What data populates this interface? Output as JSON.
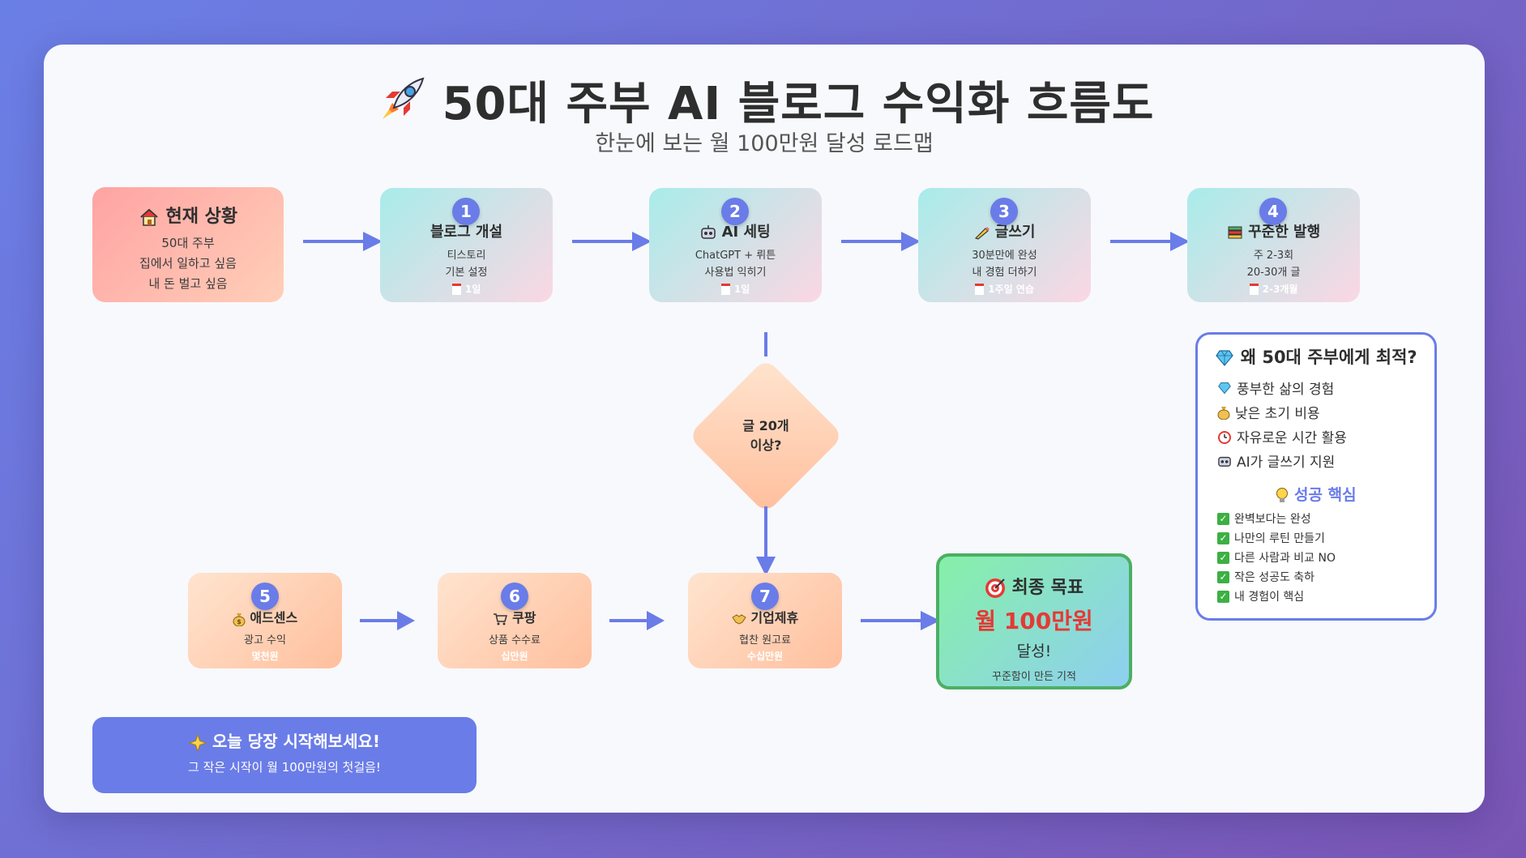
{
  "title": "50대 주부 AI 블로그 수익화 흐름도",
  "subtitle": "한눈에 보는 월 100만원 달성 로드맵",
  "start": {
    "title": "현재 상황",
    "icon": "house-icon",
    "lines": [
      "50대 주부",
      "집에서 일하고 싶음",
      "내 돈 벌고 싶음"
    ]
  },
  "steps": [
    {
      "num": "1",
      "title": "블로그 개설",
      "icon": "",
      "lines": [
        "티스토리",
        "기본 설정"
      ],
      "duration": "1일"
    },
    {
      "num": "2",
      "title": "AI 세팅",
      "icon": "robot-icon",
      "lines": [
        "ChatGPT + 뤼튼",
        "사용법 익히기"
      ],
      "duration": "1일"
    },
    {
      "num": "3",
      "title": "글쓰기",
      "icon": "writing-hand-icon",
      "lines": [
        "30분만에 완성",
        "내 경험 더하기"
      ],
      "duration": "1주일 연습"
    },
    {
      "num": "4",
      "title": "꾸준한 발행",
      "icon": "books-icon",
      "lines": [
        "주 2-3회",
        "20-30개 글"
      ],
      "duration": "2-3개월"
    }
  ],
  "decision": {
    "lines": [
      "글 20개",
      "이상?"
    ]
  },
  "income": [
    {
      "num": "5",
      "title": "애드센스",
      "icon": "money-bag-icon",
      "line": "광고 수익",
      "amount": "몇천원"
    },
    {
      "num": "6",
      "title": "쿠팡",
      "icon": "shopping-cart-icon",
      "line": "상품 수수료",
      "amount": "십만원"
    },
    {
      "num": "7",
      "title": "기업제휴",
      "icon": "handshake-icon",
      "line": "협찬 원고료",
      "amount": "수십만원"
    }
  ],
  "goal": {
    "title": "최종 목표",
    "icon": "target-icon",
    "amount": "월 100만원",
    "achieve": "달성!",
    "note": "꾸준함이 만든 기적"
  },
  "sidebar": {
    "title": "왜 50대 주부에게 최적?",
    "title_icon": "gem-icon",
    "items": [
      {
        "icon": "gem-icon",
        "text": "풍부한 삶의 경험"
      },
      {
        "icon": "money-bag-icon",
        "text": "낮은 초기 비용"
      },
      {
        "icon": "alarm-clock-icon",
        "text": "자유로운 시간 활용"
      },
      {
        "icon": "robot-icon",
        "text": "AI가 글쓰기 지원"
      }
    ],
    "key_title": "성공 핵심",
    "key_icon": "lightbulb-icon",
    "checks": [
      "완벽보다는 완성",
      "나만의 루틴 만들기",
      "다른 사람과 비교 NO",
      "작은 성공도 축하",
      "내 경험이 핵심"
    ]
  },
  "cta": {
    "title": "오늘 당장 시작해보세요!",
    "icon": "sparkle-icon",
    "subtitle": "그 작은 시작이 월 100만원의 첫걸음!"
  },
  "colors": {
    "accent": "#6a7ce8",
    "goal_amount": "#e53935",
    "goal_border": "#4caf63",
    "arrow": "#6a7ce8"
  }
}
